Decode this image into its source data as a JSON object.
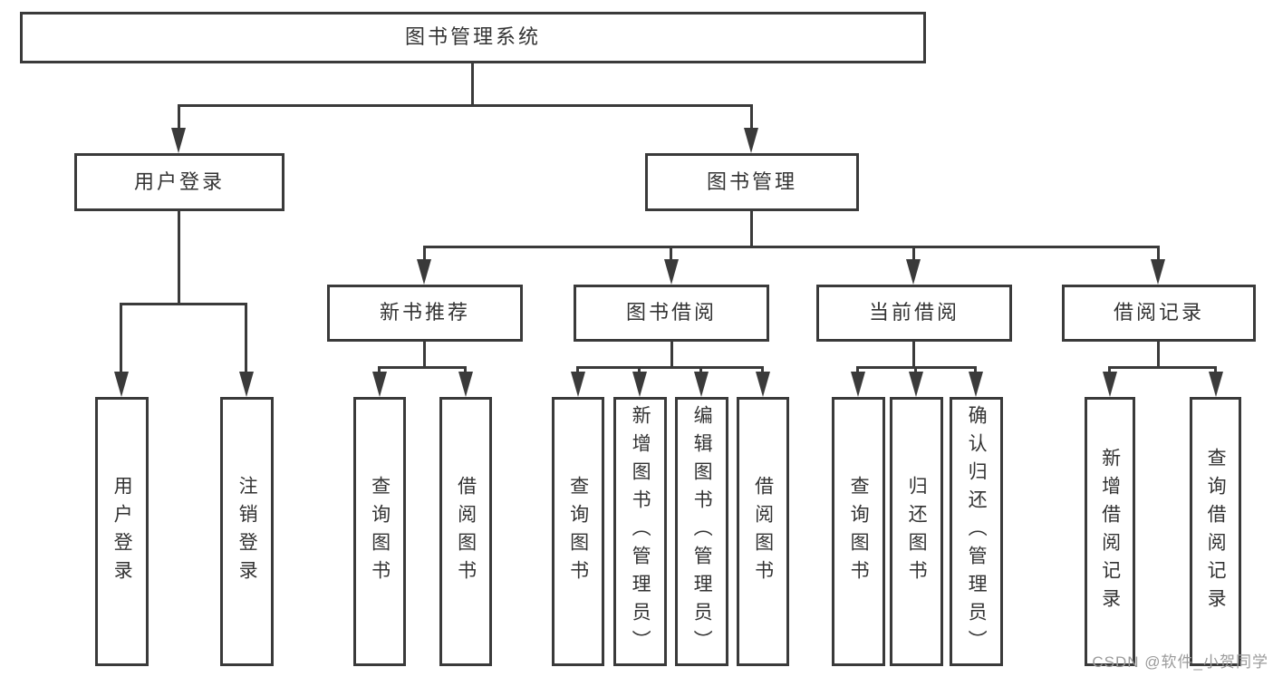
{
  "colors": {
    "line": "#3a3a3a",
    "text": "#333333",
    "bg": "#ffffff",
    "wm": "#9b9b9b"
  },
  "watermark": "CSDN @软件_小贺同学",
  "tree": {
    "root": "图书管理系统",
    "login": "用户登录",
    "mgmt": "图书管理",
    "login_children": [
      "用户登录",
      "注销登录"
    ],
    "l3": [
      "新书推荐",
      "图书借阅",
      "当前借阅",
      "借阅记录"
    ],
    "recommend_children": [
      "查询图书",
      "借阅图书"
    ],
    "borrow_children": [
      "查询图书",
      "新增图书（管理员）",
      "编辑图书（管理员）",
      "借阅图书"
    ],
    "current_children": [
      "查询图书",
      "归还图书",
      "确认归还（管理员）"
    ],
    "record_children": [
      "新增借阅记录",
      "查询借阅记录"
    ]
  }
}
